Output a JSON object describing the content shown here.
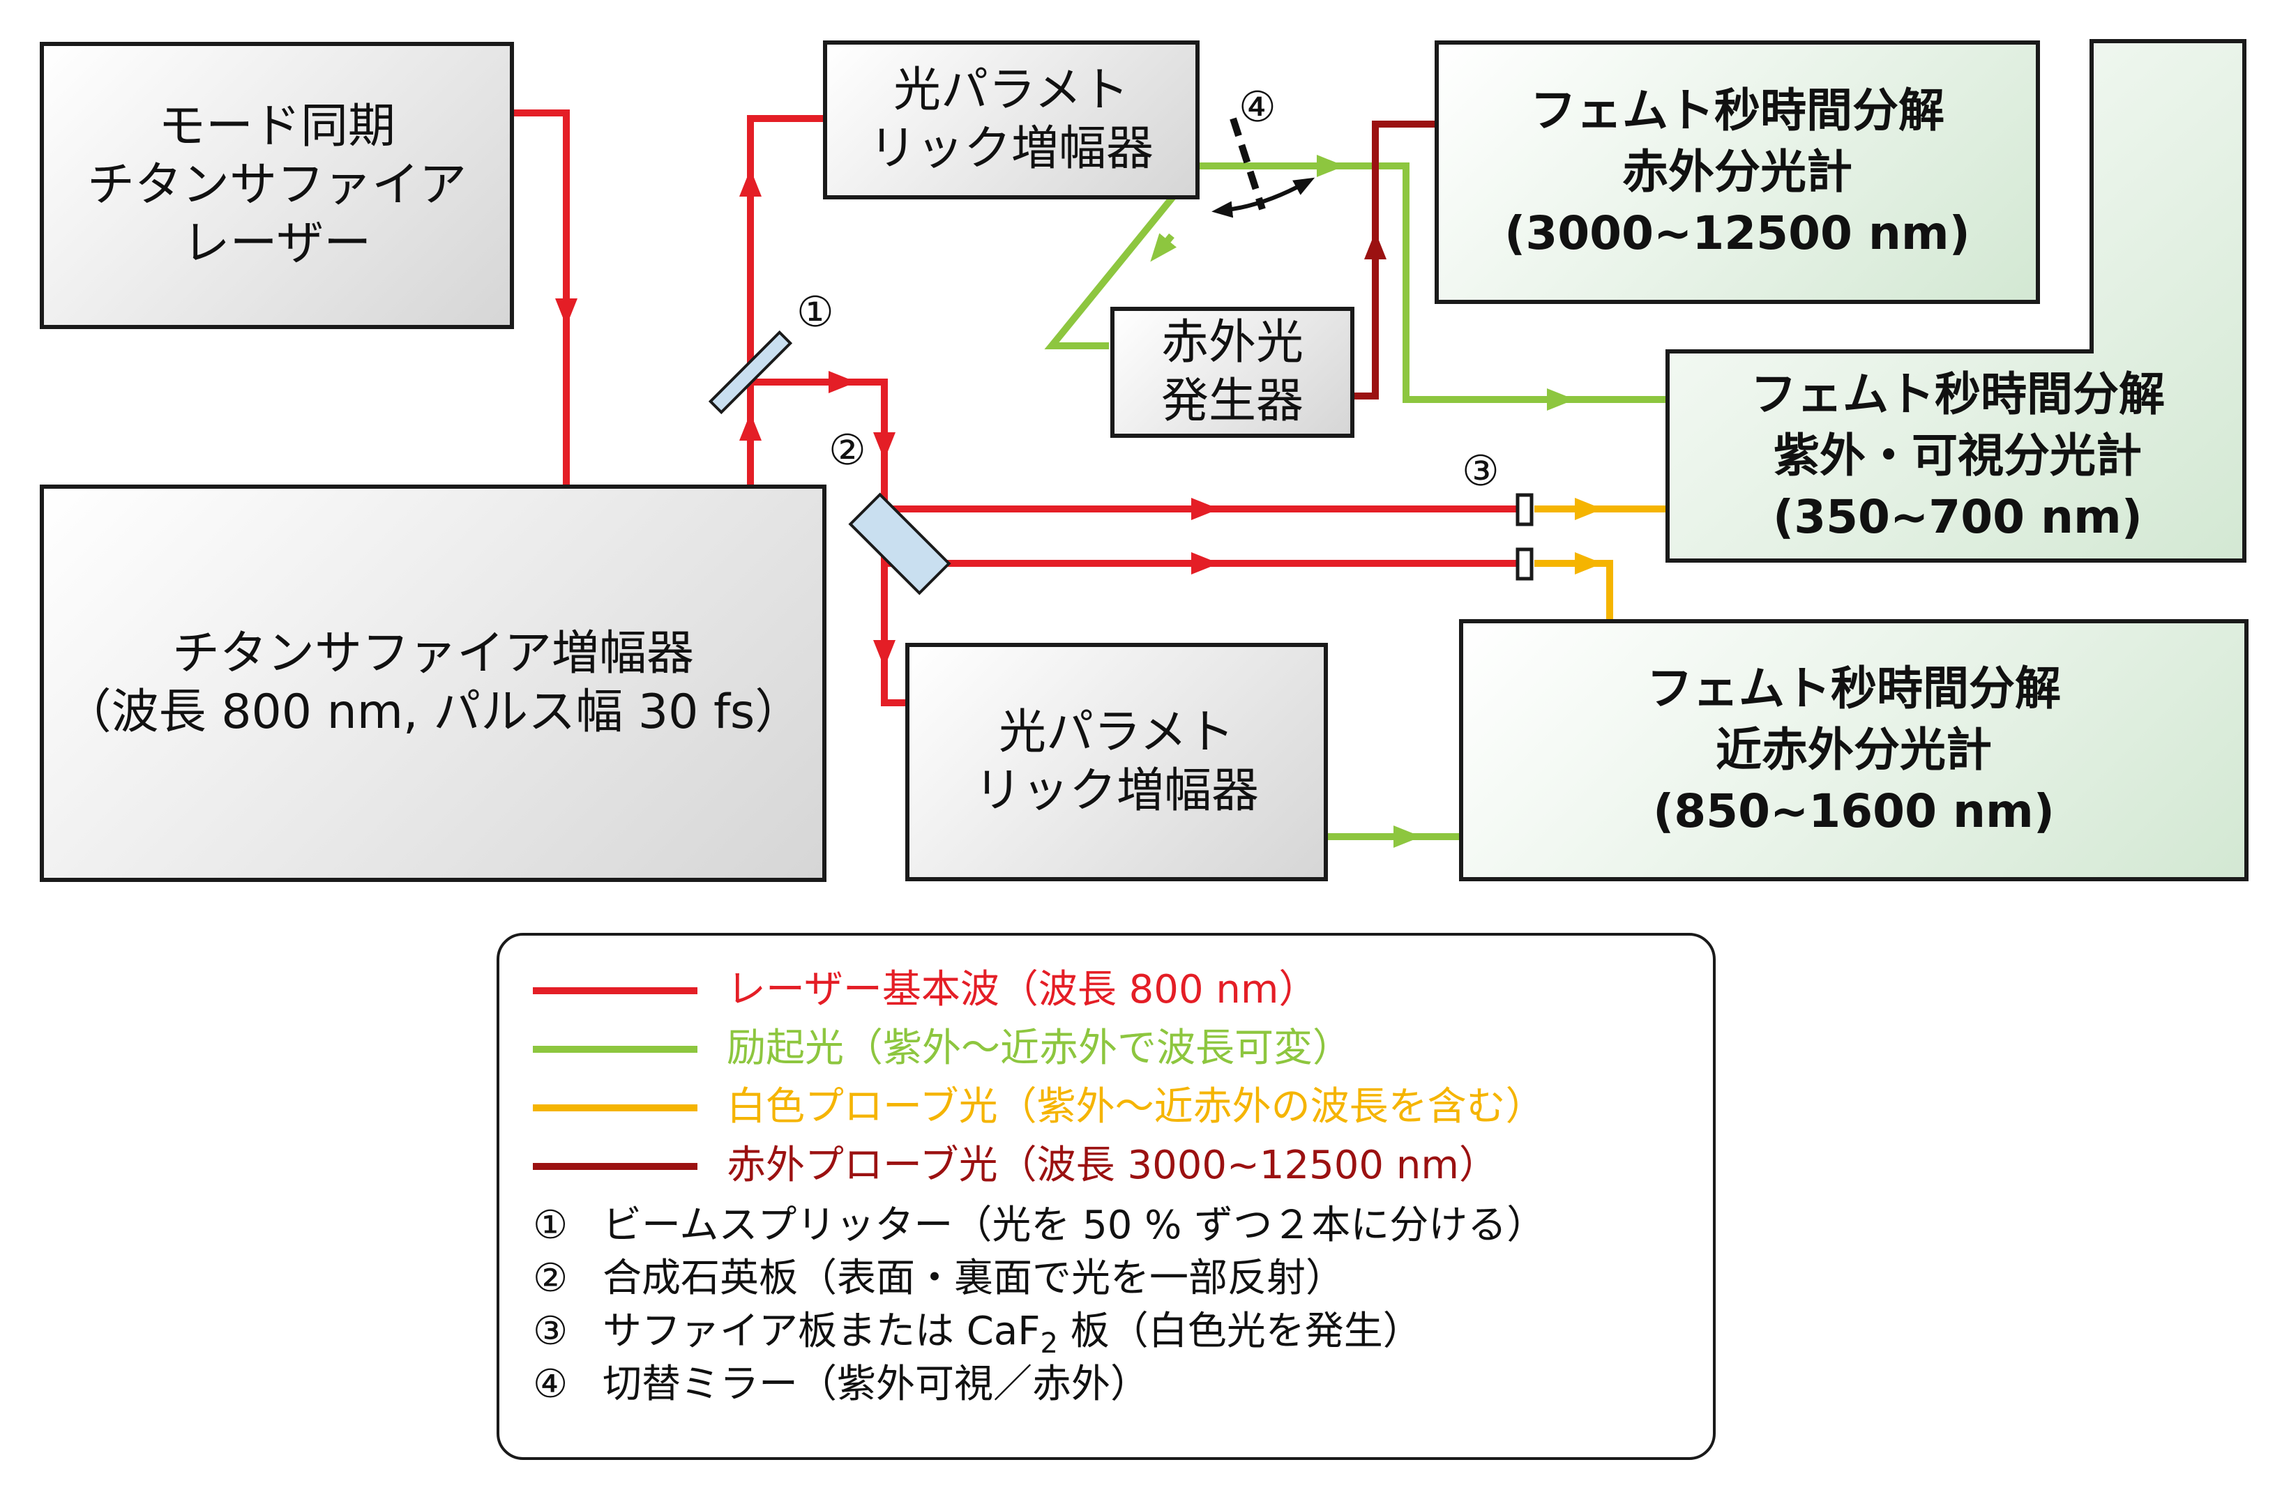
{
  "colors": {
    "fundamental": "#e41e26",
    "excitation": "#8dc63f",
    "white_probe": "#f5b400",
    "ir_probe": "#9b1111"
  },
  "boxes": {
    "mode_locked_laser": [
      "モード同期",
      "チタンサファイア",
      "レーザー"
    ],
    "amplifier": [
      "チタンサファイア増幅器",
      "（波長 800 nm, パルス幅 30 fs）"
    ],
    "opa_top": [
      "光パラメト",
      "リック増幅器"
    ],
    "opa_bottom": [
      "光パラメト",
      "リック増幅器"
    ],
    "ir_generator": [
      "赤外光",
      "発生器"
    ],
    "spec_ir": [
      "フェムト秒時間分解",
      "赤外分光計",
      "(3000~12500 nm)"
    ],
    "spec_uvvis": [
      "フェムト秒時間分解",
      "紫外・可視分光計",
      "(350~700 nm)"
    ],
    "spec_nir": [
      "フェムト秒時間分解",
      "近赤外分光計",
      "(850~1600 nm)"
    ]
  },
  "markers": {
    "m1": "①",
    "m2": "②",
    "m3": "③",
    "m4": "④"
  },
  "legend": {
    "lines": [
      {
        "key": "fundamental",
        "text": "レーザー基本波（波長 800 nm）"
      },
      {
        "key": "excitation",
        "text": "励起光（紫外〜近赤外で波長可変）"
      },
      {
        "key": "white_probe",
        "text": "白色プローブ光（紫外〜近赤外の波長を含む）"
      },
      {
        "key": "ir_probe",
        "text": "赤外プローブ光（波長 3000~12500 nm）"
      }
    ],
    "notes": [
      {
        "num": "①",
        "text": "ビームスプリッター（光を 50 % ずつ２本に分ける）"
      },
      {
        "num": "②",
        "text": "合成石英板（表面・裏面で光を一部反射）"
      },
      {
        "num": "③",
        "pre": "サファイア板または CaF",
        "sub": "2",
        "post": " 板（白色光を発生）"
      },
      {
        "num": "④",
        "text": "切替ミラー（紫外可視／赤外）"
      }
    ]
  }
}
